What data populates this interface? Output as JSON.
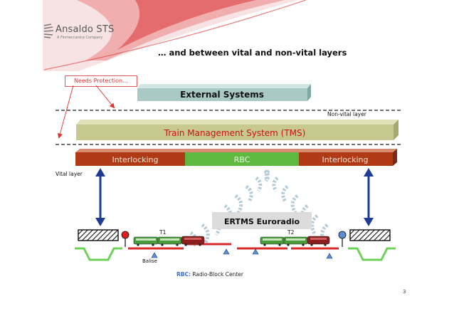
{
  "header": {
    "logo_name": "Ansaldo STS",
    "logo_tagline": "A Finmeccanica Company",
    "logo_icon": "ansaldo-logo-icon",
    "title": "… and between vital and non-vital layers"
  },
  "callout": {
    "label": "Needs Protection…"
  },
  "layers": {
    "external": "External Systems",
    "tms": "Train Management System  (TMS)",
    "non_vital_label": "Non-vital layer",
    "vital_label": "Vital layer"
  },
  "vital_row": {
    "interlocking_left": "Interlocking",
    "rbc": "RBC",
    "interlocking_right": "Interlocking"
  },
  "radio": {
    "label": "ERTMS Euroradio"
  },
  "trains": {
    "t1": "T1",
    "t2": "T2"
  },
  "track": {
    "balise_label": "Balise"
  },
  "legend": {
    "key": "RBC:",
    "text": " Radio-Block Center"
  },
  "page_number": "3",
  "colors": {
    "red_swoosh": "#cc2222",
    "external_bar": "#a9c9c4",
    "tms_bar": "#c7c98e",
    "tms_text": "#cc1111",
    "interlocking_bar": "#b03a16",
    "rbc_bar": "#5dba3e",
    "vital_arrow": "#1f3c95",
    "radio_waves": "#b8ccd8",
    "track_red": "#d42a2a",
    "ground_green": "#6fd05a",
    "balise_blue": "#5b8fd4"
  }
}
